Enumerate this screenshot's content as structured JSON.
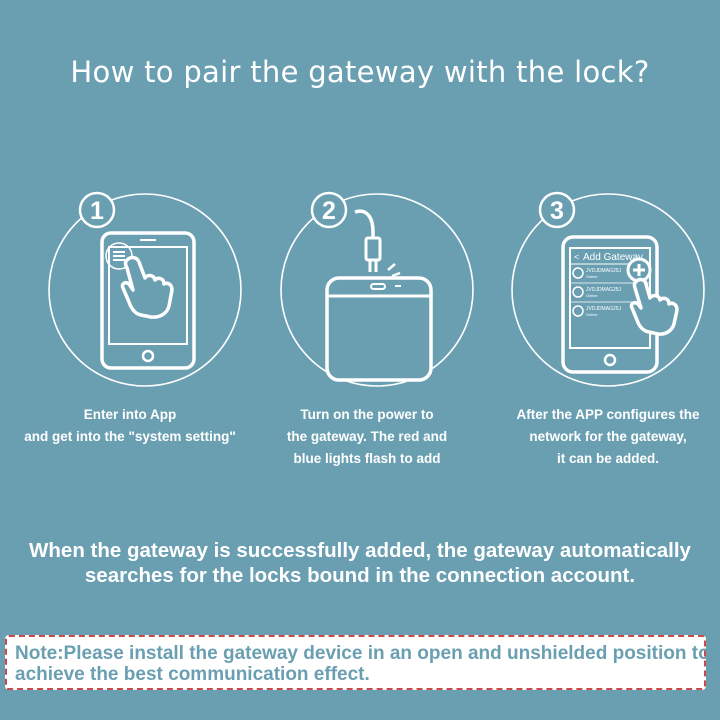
{
  "title": "How to pair the gateway with the lock?",
  "steps": [
    {
      "number": "1",
      "icon": "tablet-tap-icon",
      "caption_lines": [
        "Enter into App",
        "and get into the \"system setting\""
      ]
    },
    {
      "number": "2",
      "icon": "gateway-power-icon",
      "caption_lines": [
        "Turn on the power to",
        "the gateway. The red and",
        "blue lights flash to add"
      ]
    },
    {
      "number": "3",
      "icon": "add-gateway-icon",
      "screen_title": "Add Gateway",
      "device_items": [
        {
          "name": "JVDJDMAG25J",
          "status": "Online"
        },
        {
          "name": "JVDJDMAG25J",
          "status": "Online"
        },
        {
          "name": "JVDJDMAG25J",
          "status": "Online"
        }
      ],
      "caption_lines": [
        "After the APP configures the",
        "network for the gateway,",
        "it can be added."
      ]
    }
  ],
  "summary_lines": [
    "When the gateway is successfully added, the gateway automatically",
    "searches for the locks bound in the connection account."
  ],
  "note_lines": [
    "Note:Please install the gateway device in an open and unshielded position to",
    "achieve the best communication effect."
  ],
  "colors": {
    "background": "#6a9fb2",
    "foreground": "#ffffff",
    "note_border": "#c94a4a"
  }
}
